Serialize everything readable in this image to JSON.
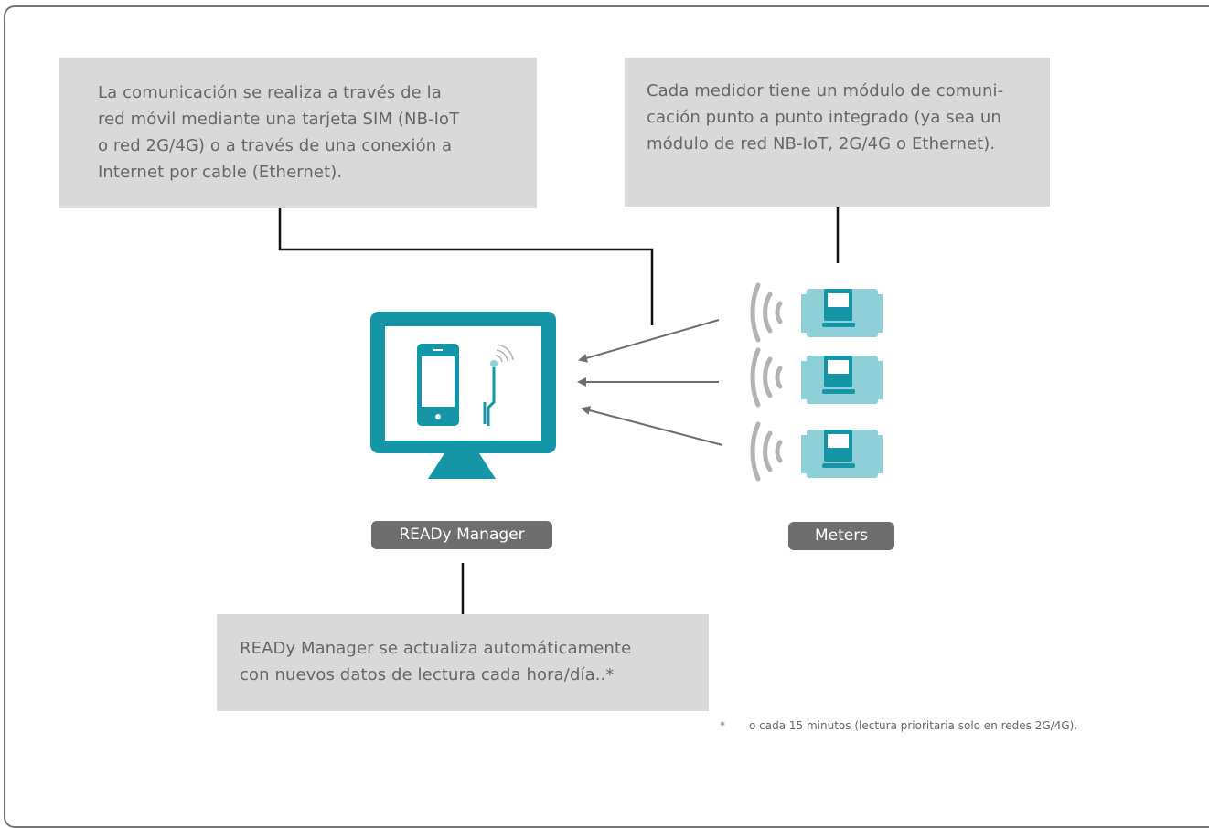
{
  "callouts": {
    "communication": [
      "La comunicación se realiza a través de la",
      "red móvil mediante una tarjeta SIM (NB-IoT",
      "o red 2G/4G) o a través de una conexión a",
      "Internet por cable (Ethernet)."
    ],
    "meter_module": [
      "Cada medidor tiene un módulo de comuni-",
      "cación punto a punto integrado (ya sea un",
      "módulo de red NB-IoT, 2G/4G o Ethernet)."
    ],
    "update": [
      "READy Manager se actualiza automáticamente",
      "con nuevos datos de lectura cada hora/día..*"
    ]
  },
  "labels": {
    "manager": "READy Manager",
    "meters": "Meters"
  },
  "footnote": {
    "marker": "*",
    "text": "o cada 15 minutos (lectura prioritaria solo en redes 2G/4G)."
  },
  "colors": {
    "teal": "#1496a6",
    "light_teal": "#8fd0d8",
    "callout_bg": "#d9d9d9",
    "label_bg": "#6e6e6e",
    "signal": "#b3b3b3"
  },
  "icons": [
    "monitor-icon",
    "smartphone-icon",
    "antenna-icon",
    "signal-waves-icon",
    "meter-icon"
  ]
}
